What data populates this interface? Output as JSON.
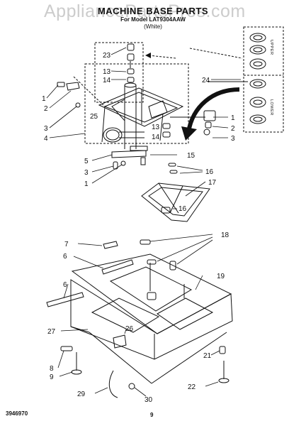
{
  "header": {
    "title": "MACHINE BASE PARTS",
    "model_line": "For Model LAT9304AAW",
    "color_line": "(White)",
    "watermark": "AppliancePartsPros.com"
  },
  "footer": {
    "part_number": "3946970",
    "page_number": "9"
  },
  "inset": {
    "upper_label": "UPPER",
    "lower_label": "LOWER"
  },
  "callouts": {
    "c_23": "23",
    "c_13a": "13",
    "c_14a": "14",
    "c_24": "24",
    "c_1a": "1",
    "c_2a": "2",
    "c_3a": "3",
    "c_4": "4",
    "c_25": "25",
    "c_1b": "1",
    "c_2b": "2",
    "c_3b": "3",
    "c_13b": "13",
    "c_14b": "14",
    "c_5": "5",
    "c_3c": "3",
    "c_1c": "1",
    "c_15": "15",
    "c_16a": "16",
    "c_16b": "16",
    "c_17": "17",
    "c_7": "7",
    "c_6a": "6",
    "c_6b": "6",
    "c_18": "18",
    "c_19": "19",
    "c_27": "27",
    "c_26": "26",
    "c_8": "8",
    "c_9": "9",
    "c_29": "29",
    "c_30": "30",
    "c_21": "21",
    "c_22": "22"
  }
}
